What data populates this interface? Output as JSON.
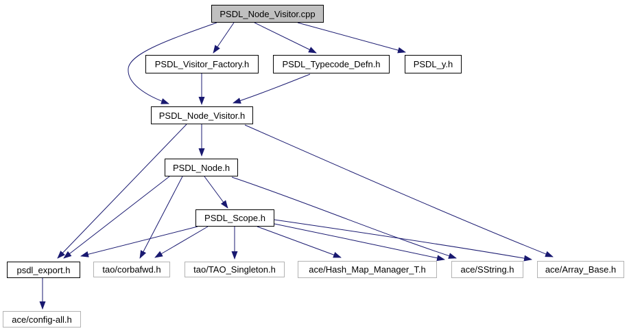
{
  "graph": {
    "type": "include-dependency-graph",
    "colors": {
      "edge": "#191970",
      "node_border": "#000000",
      "external_node_border": "#b2b2b2",
      "focus_node_fill": "#c0c0c0",
      "node_fill": "#ffffff",
      "background": "#ffffff",
      "text": "#000000"
    },
    "nodes": {
      "cpp": {
        "label": "PSDL_Node_Visitor.cpp",
        "kind": "focus-source-file"
      },
      "factory": {
        "label": "PSDL_Visitor_Factory.h",
        "kind": "header"
      },
      "typecode": {
        "label": "PSDL_Typecode_Defn.h",
        "kind": "header"
      },
      "y": {
        "label": "PSDL_y.h",
        "kind": "header"
      },
      "nvh": {
        "label": "PSDL_Node_Visitor.h",
        "kind": "header"
      },
      "nh": {
        "label": "PSDL_Node.h",
        "kind": "header"
      },
      "scope": {
        "label": "PSDL_Scope.h",
        "kind": "header"
      },
      "export": {
        "label": "psdl_export.h",
        "kind": "header"
      },
      "corbafwd": {
        "label": "tao/corbafwd.h",
        "kind": "external-header"
      },
      "singleton": {
        "label": "tao/TAO_Singleton.h",
        "kind": "external-header"
      },
      "hashmap": {
        "label": "ace/Hash_Map_Manager_T.h",
        "kind": "external-header"
      },
      "sstring": {
        "label": "ace/SString.h",
        "kind": "external-header"
      },
      "arraybase": {
        "label": "ace/Array_Base.h",
        "kind": "external-header"
      },
      "configall": {
        "label": "ace/config-all.h",
        "kind": "external-header"
      }
    },
    "edges": [
      {
        "from": "cpp",
        "to": "factory"
      },
      {
        "from": "cpp",
        "to": "typecode"
      },
      {
        "from": "cpp",
        "to": "y"
      },
      {
        "from": "cpp",
        "to": "nvh"
      },
      {
        "from": "factory",
        "to": "nvh"
      },
      {
        "from": "typecode",
        "to": "nvh"
      },
      {
        "from": "nvh",
        "to": "nh"
      },
      {
        "from": "nvh",
        "to": "export"
      },
      {
        "from": "nvh",
        "to": "arraybase"
      },
      {
        "from": "nh",
        "to": "scope"
      },
      {
        "from": "nh",
        "to": "export"
      },
      {
        "from": "nh",
        "to": "corbafwd"
      },
      {
        "from": "nh",
        "to": "sstring"
      },
      {
        "from": "scope",
        "to": "export"
      },
      {
        "from": "scope",
        "to": "corbafwd"
      },
      {
        "from": "scope",
        "to": "singleton"
      },
      {
        "from": "scope",
        "to": "hashmap"
      },
      {
        "from": "scope",
        "to": "sstring"
      },
      {
        "from": "scope",
        "to": "arraybase"
      },
      {
        "from": "export",
        "to": "configall"
      }
    ]
  }
}
